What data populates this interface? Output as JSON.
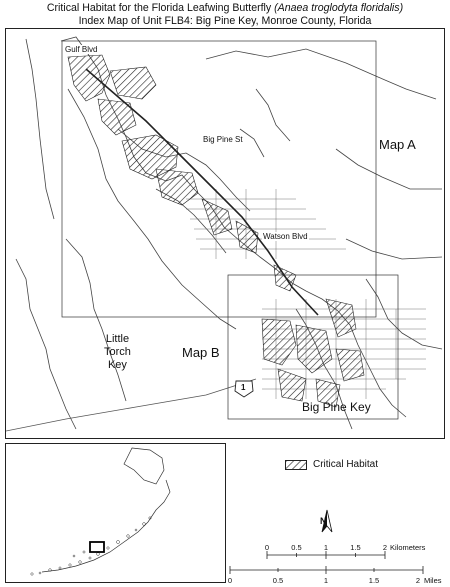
{
  "title": {
    "line1_prefix": "Critical Habitat for the Florida Leafwing Butterfly ",
    "line1_species": "(Anaea troglodyta floridalis)",
    "line2": "Index Map of Unit FLB4: Big Pine Key, Monroe County, Florida"
  },
  "map": {
    "streets": {
      "gulf": "Gulf Blvd",
      "bigpine": "Big Pine St",
      "watson": "Watson Blvd"
    },
    "index_maps": {
      "a": "Map A",
      "b": "Map B"
    },
    "places": {
      "little_torch_1": "Little",
      "little_torch_2": "Torch",
      "little_torch_3": "Key",
      "big_pine": "Big Pine Key"
    },
    "route_shield": "1"
  },
  "legend": {
    "label": "Critical Habitat"
  },
  "north_label": "N",
  "scale": {
    "km_ticks": [
      "0",
      "0.5",
      "1",
      "1.5",
      "2"
    ],
    "km_unit": "Kilometers",
    "mi_ticks": [
      "0",
      "0.5",
      "1",
      "1.5",
      "2"
    ],
    "mi_unit": "Miles"
  },
  "colors": {
    "land_outline": "#333333",
    "hatch": "#222222",
    "background": "#ffffff"
  }
}
